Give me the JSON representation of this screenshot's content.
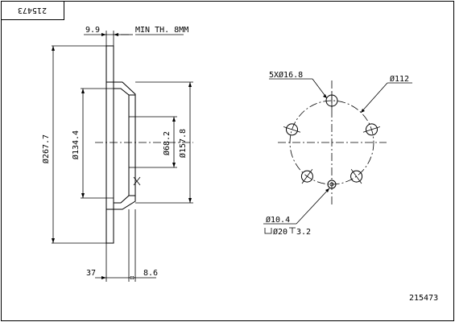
{
  "part_number": "215473",
  "part_number_stamp": "215473",
  "side_view": {
    "dim_thickness": "9.9",
    "dim_min_thickness": "MIN TH. 8MM",
    "dim_outer_diameter": "Ø267.7",
    "dim_inner_diameter": "Ø134.4",
    "dim_hub_diameter": "Ø68.2",
    "dim_hat_diameter": "Ø157.8",
    "dim_height": "37",
    "dim_offset": "8.6"
  },
  "front_view": {
    "dim_bolt_holes": "5XØ16.8",
    "dim_pcd": "Ø112",
    "dim_small_hole": "Ø10.4",
    "dim_counterbore_diameter": "Ø20",
    "dim_counterbore_depth": "3.2",
    "bolt_count": 5
  },
  "colors": {
    "ink": "#000000",
    "paper": "#ffffff"
  }
}
